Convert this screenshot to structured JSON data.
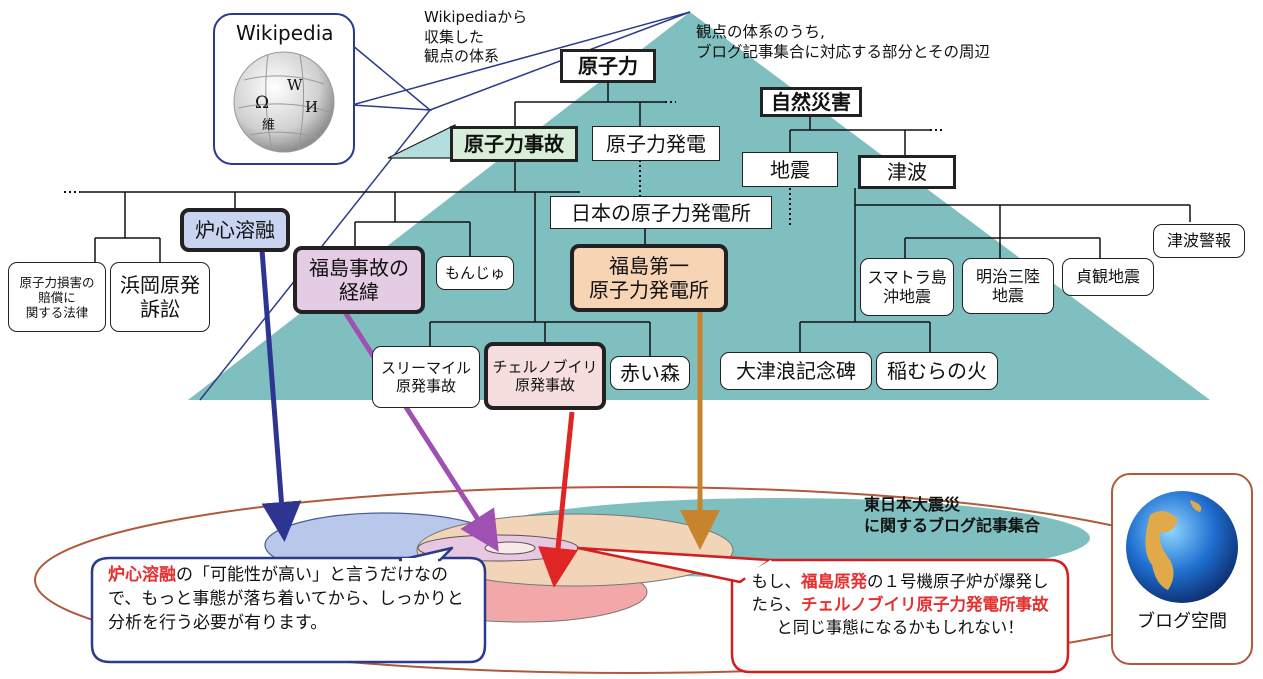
{
  "wikipedia": {
    "label": "Wikipedia",
    "globe_glyphs": [
      "Ω",
      "W",
      "И",
      "維"
    ]
  },
  "notes": {
    "wiki_collect": "Wikipediaから\n収集した\n観点の体系",
    "subset": "観点の体系のうち,\nブログ記事集合に対応する部分とその周辺",
    "blog_set": "東日本大震災\nに関するブログ記事集合"
  },
  "nodes": {
    "genshiryoku": "原子力",
    "shizen_saigai": "自然災害",
    "genshiryoku_jiko": "原子力事故",
    "genshiryoku_hatsuden": "原子力発電",
    "jishin": "地震",
    "tsunami": "津波",
    "nihon_hatsudensho": "日本の原子力発電所",
    "roshin_yuyu": "炉心溶融",
    "fukushima_keii": "福島事故の\n経緯",
    "monju": "もんじゅ",
    "fukushima_daiichi": "福島第一\n原子力発電所",
    "tsunami_keiho": "津波警報",
    "songai_hoshou": "原子力損害の\n賠償に\n関する法律",
    "hamaoka": "浜岡原発\n訴訟",
    "sumatra": "スマトラ島\n沖地震",
    "meiji_sanriku": "明治三陸\n地震",
    "jogan": "貞観地震",
    "three_mile": "スリーマイル\n原発事故",
    "chernobyl": "チェルノブイリ\n原発事故",
    "akai_mori": "赤い森",
    "otsunami_kinenhi": "大津浪記念碑",
    "inamura": "稲むらの火"
  },
  "bubble_left": {
    "highlight": "炉心溶融",
    "text": "の「可能性が高い」と言うだけなので、もっと事態が落ち着いてから、しっかりと分析を行う必要が有ります。"
  },
  "bubble_right": {
    "t1": "もし、",
    "h1": "福島原発",
    "t2": "の１号機原子炉が爆発したら、",
    "h2": "チェルノブイリ原子力発電所事故",
    "t3": "と同じ事態になるかもしれない！"
  },
  "blog_space": {
    "label": "ブログ空間"
  },
  "colors": {
    "pyramid": "#7fbfc0",
    "blue": "#2e3590",
    "purple": "#a050b0",
    "red": "#e02525",
    "orange": "#c8832e",
    "ellipse_border": "#b05a3c",
    "pink_fill": "#e4cde4",
    "salmon_fill": "#f7d4b4",
    "rose_fill": "#f6dede"
  }
}
